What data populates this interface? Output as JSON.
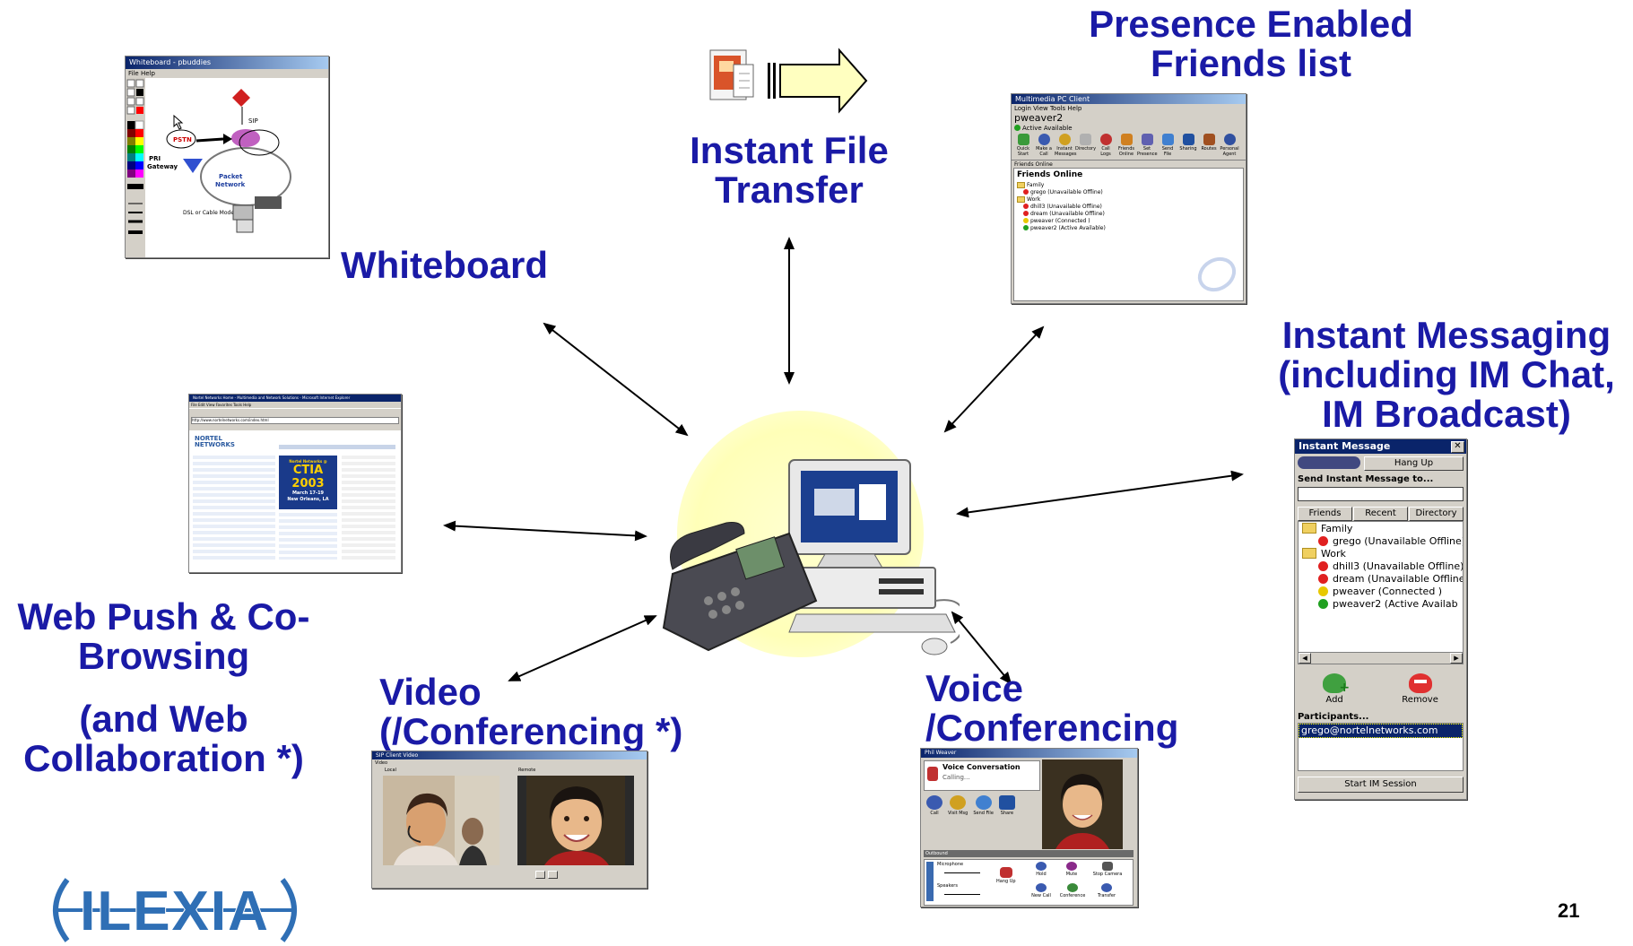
{
  "labels": {
    "presence": [
      "Presence Enabled",
      "Friends list"
    ],
    "file_transfer": [
      "Instant File",
      "Transfer"
    ],
    "whiteboard": "Whiteboard",
    "im": [
      "Instant Messaging",
      "(including IM Chat,",
      "IM Broadcast)"
    ],
    "web_push": [
      "Web Push & Co-",
      "Browsing"
    ],
    "web_collab": [
      "(and Web",
      "Collaboration *)"
    ],
    "video": [
      "Video",
      "(/Conferencing *)"
    ],
    "voice": [
      "Voice",
      "/Conferencing"
    ]
  },
  "page_number": "21",
  "logo": "ILEXIA",
  "colors": {
    "label_blue": "#1a1aa6",
    "logo_blue": "#2f6fb5",
    "center_glow": "#ffffc0"
  },
  "whiteboard_window": {
    "title": "Whiteboard - pbuddies",
    "menu": "File  Help",
    "nodes": [
      "SIP",
      "PSTN",
      "PRI Gateway",
      "Packet Network",
      "DSL or Cable Modem"
    ]
  },
  "friends_window": {
    "title": "Multimedia PC Client",
    "menu": "Login  View  Tools  Help",
    "user": "pweaver2",
    "status": "Active Available",
    "toolbar": [
      "Quick Start",
      "Make a Call",
      "Instant Messages",
      "Directory",
      "Call Logs",
      "Friends Online",
      "Set Presence",
      "Send File",
      "Sharing",
      "Routes",
      "Personal Agent"
    ],
    "pane_header": "Friends Online",
    "list_title": "Friends Online",
    "groups": [
      "Family",
      "Work"
    ],
    "entries": [
      "grego (Unavailable Offline)",
      "dhill3 (Unavailable Offline)",
      "dream (Unavailable Offline)",
      "pweaver (Connected )",
      "pweaver2 (Active Available)"
    ]
  },
  "im_window": {
    "title": "Instant Message",
    "hang_up": "Hang Up",
    "send_to": "Send Instant Message to...",
    "tabs": [
      "Friends",
      "Recent",
      "Directory"
    ],
    "groups": [
      "Family",
      "Work"
    ],
    "entries": [
      {
        "text": "grego (Unavailable Offline)",
        "color": "#e02020"
      },
      {
        "text": "dhill3 (Unavailable Offline)",
        "color": "#e02020"
      },
      {
        "text": "dream (Unavailable Offline",
        "color": "#e02020"
      },
      {
        "text": "pweaver (Connected )",
        "color": "#e8c800"
      },
      {
        "text": "pweaver2 (Active Availab",
        "color": "#20a020"
      }
    ],
    "add": "Add",
    "remove": "Remove",
    "participants": "Participants...",
    "participant": "grego@nortelnetworks.com",
    "start": "Start IM Session"
  },
  "browser_window": {
    "title": "Nortel Networks Home - Multimedia and Network Solutions - Microsoft Internet Explorer",
    "menu": "File  Edit  View  Favorites  Tools  Help",
    "address": "http://www.nortelnetworks.com/index.html",
    "brand": "NORTEL NETWORKS",
    "banner": [
      "Nortel Networks @",
      "CTIA 2003",
      "March 17-19",
      "New Orleans, LA"
    ]
  },
  "video_window": {
    "title": "SIP Client Video",
    "menu": "Video",
    "local": "Local",
    "remote": "Remote"
  },
  "voice_window": {
    "title": "Phil Weaver",
    "conversation": "Voice Conversation",
    "calling": "Calling...",
    "buttons": [
      "Call",
      "Visit Msg",
      "Send File",
      "Share"
    ],
    "section": "Outbound",
    "microphone": "Microphone",
    "speakers": "Speakers",
    "hang_up": "Hang Up",
    "controls": [
      "Hold",
      "Mute",
      "Stop Camera",
      "New Call",
      "Conference",
      "Transfer"
    ]
  }
}
